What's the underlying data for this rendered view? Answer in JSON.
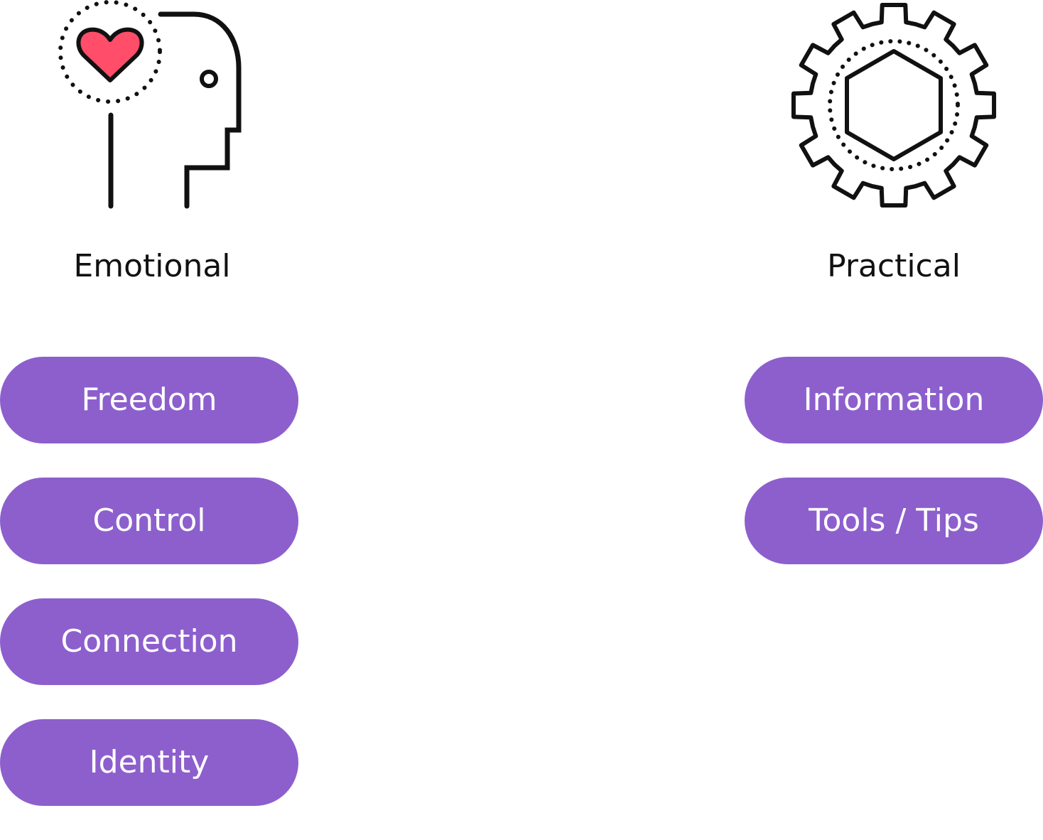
{
  "colors": {
    "pill_background": "#8d5fcd",
    "pill_text": "#ffffff",
    "heart": "#ff4d6a",
    "icon_stroke": "#111111"
  },
  "emotional": {
    "icon": "head-heart-icon",
    "heading": "Emotional",
    "items": [
      "Freedom",
      "Control",
      "Connection",
      "Identity"
    ]
  },
  "practical": {
    "icon": "gear-hexagon-icon",
    "heading": "Practical",
    "items": [
      "Information",
      "Tools / Tips"
    ]
  }
}
